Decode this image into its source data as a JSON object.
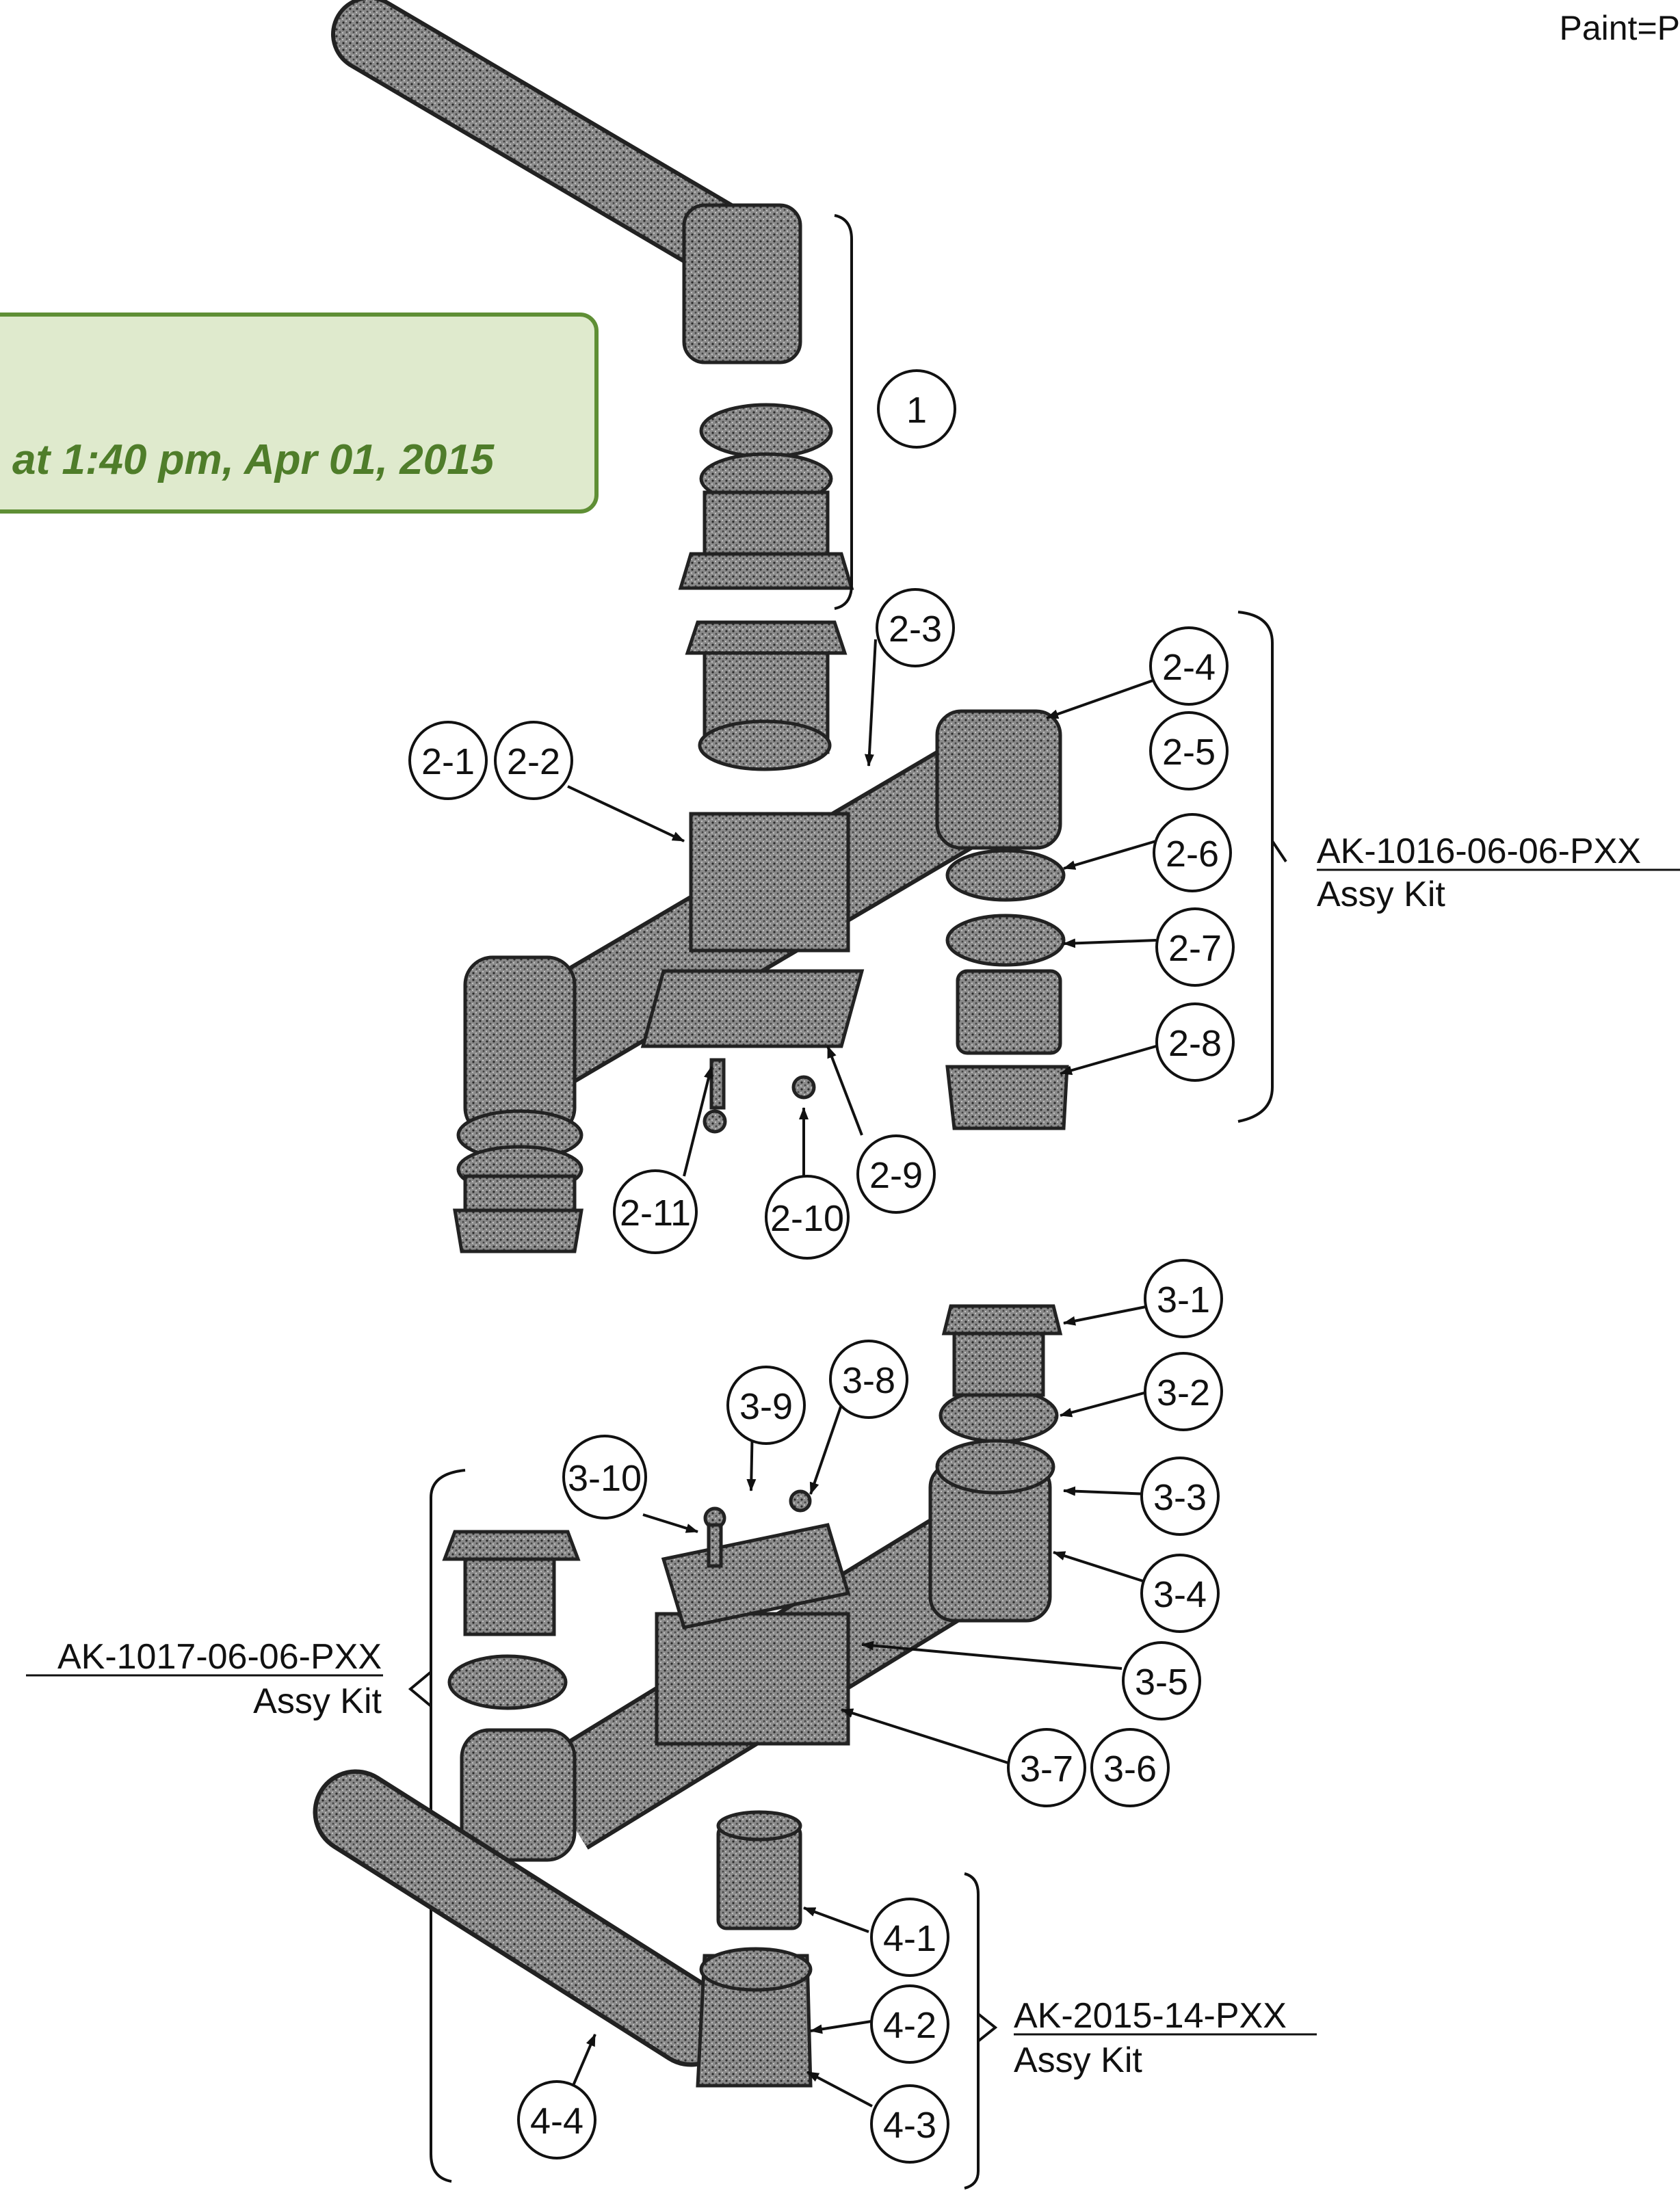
{
  "header": {
    "paint_label": "Paint=P"
  },
  "stamp": {
    "text": "at 1:40 pm, Apr 01, 2015",
    "fill": "#dfeacd",
    "border": "#5f8f35",
    "text_color": "#4f7d2a"
  },
  "kits": [
    {
      "id": "kit-2",
      "number": "AK-1016-06-06-PXX",
      "desc": "Assy Kit"
    },
    {
      "id": "kit-3",
      "number": "AK-1017-06-06-PXX",
      "desc": "Assy Kit"
    },
    {
      "id": "kit-4",
      "number": "AK-2015-14-PXX",
      "desc": "Assy Kit"
    }
  ],
  "callouts": [
    "1",
    "2-1",
    "2-2",
    "2-3",
    "2-4",
    "2-5",
    "2-6",
    "2-7",
    "2-8",
    "2-9",
    "2-10",
    "2-11",
    "3-1",
    "3-2",
    "3-3",
    "3-4",
    "3-5",
    "3-6",
    "3-7",
    "3-8",
    "3-9",
    "3-10",
    "4-1",
    "4-2",
    "4-3",
    "4-4"
  ]
}
